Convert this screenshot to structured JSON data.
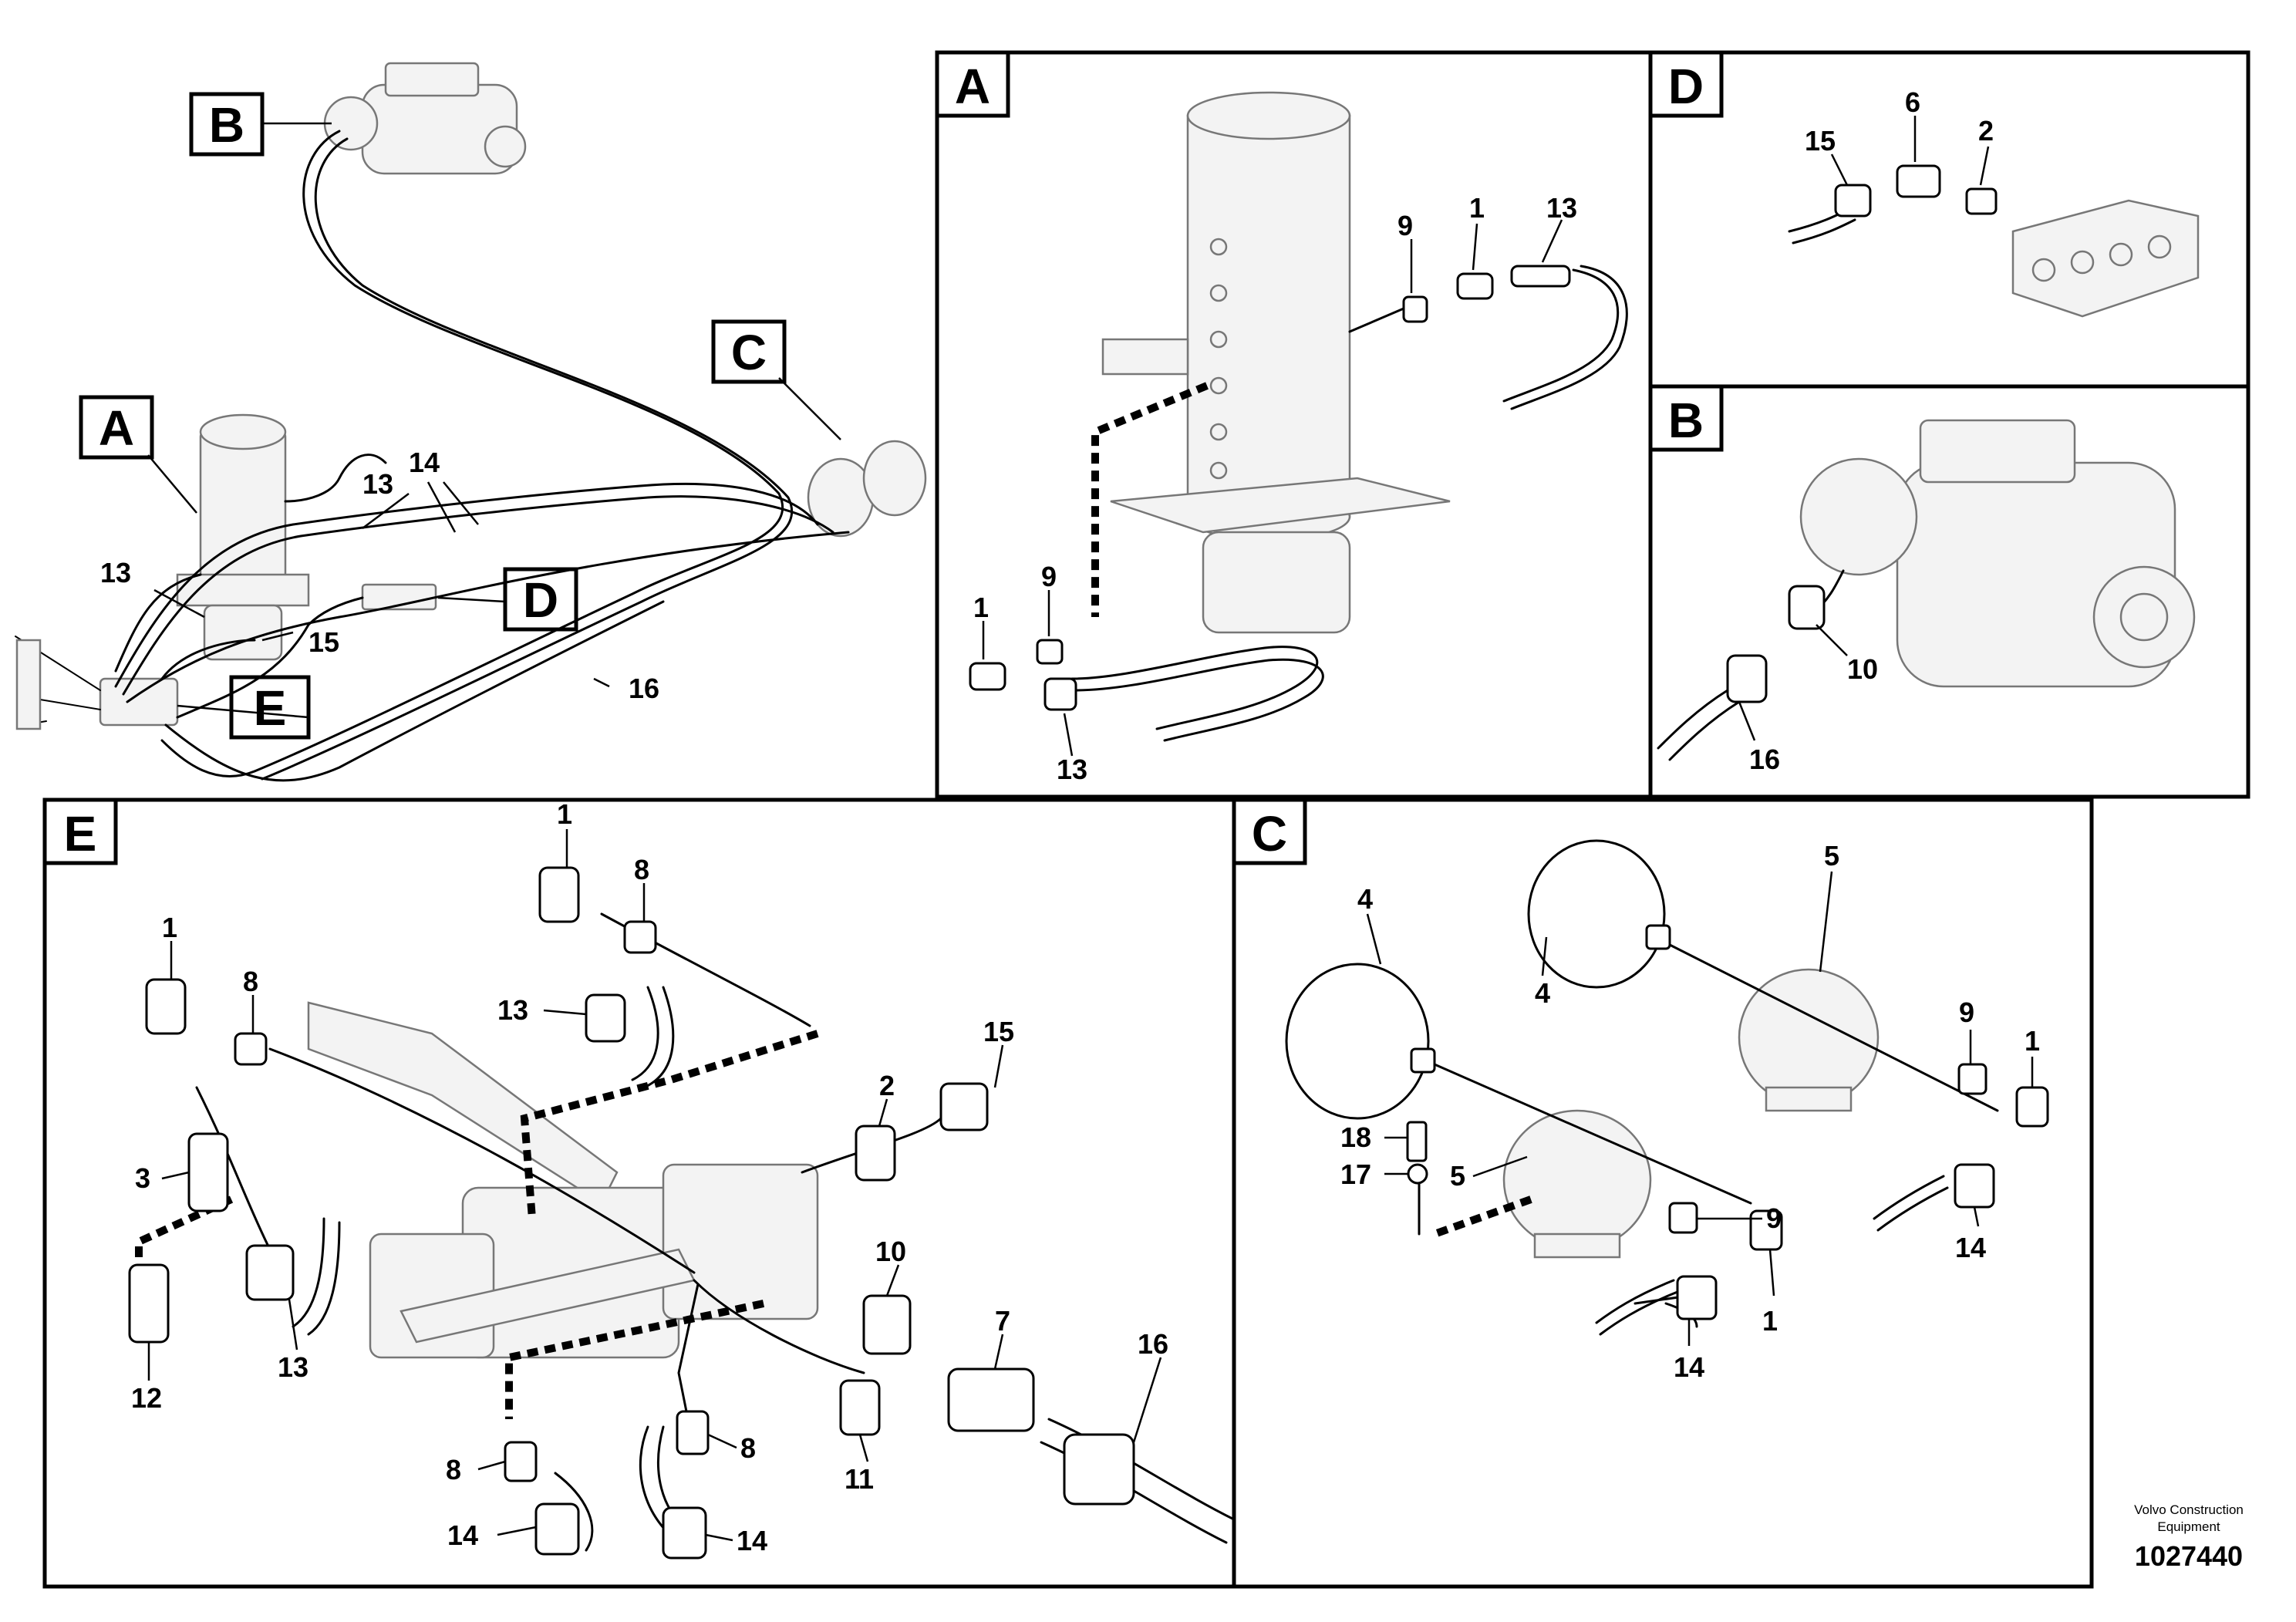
{
  "callouts": {
    "overview": {
      "A": "A",
      "B": "B",
      "C": "C",
      "D": "D",
      "E": "E"
    },
    "panel_titles": {
      "A": "A",
      "B": "B",
      "C": "C",
      "D": "D",
      "E": "E"
    }
  },
  "labels": {
    "ov_13a": "13",
    "ov_14": "14",
    "ov_13b": "13",
    "ov_15": "15",
    "ov_16": "16",
    "a_9a": "9",
    "a_1a": "1",
    "a_13a": "13",
    "a_1b": "1",
    "a_9b": "9",
    "a_13b": "13",
    "d_15": "15",
    "d_6": "6",
    "d_2": "2",
    "b_10": "10",
    "b_16": "16",
    "e_1a": "1",
    "e_8a": "8",
    "e_1b": "1",
    "e_8b": "8",
    "e_13a": "13",
    "e_3": "3",
    "e_12": "12",
    "e_13b": "13",
    "e_15": "15",
    "e_2": "2",
    "e_10": "10",
    "e_7": "7",
    "e_11": "11",
    "e_16": "16",
    "e_8c": "8",
    "e_8d": "8",
    "e_14a": "14",
    "e_14b": "14",
    "c_4a": "4",
    "c_5a": "5",
    "c_4b": "4",
    "c_9a": "9",
    "c_1a": "1",
    "c_18": "18",
    "c_5b": "5",
    "c_17": "17",
    "c_9b": "9",
    "c_14a": "14",
    "c_1b": "1",
    "c_14b": "14"
  },
  "footer": {
    "brand_line1": "Volvo Construction",
    "brand_line2": "Equipment",
    "drawing_number": "1027440"
  }
}
